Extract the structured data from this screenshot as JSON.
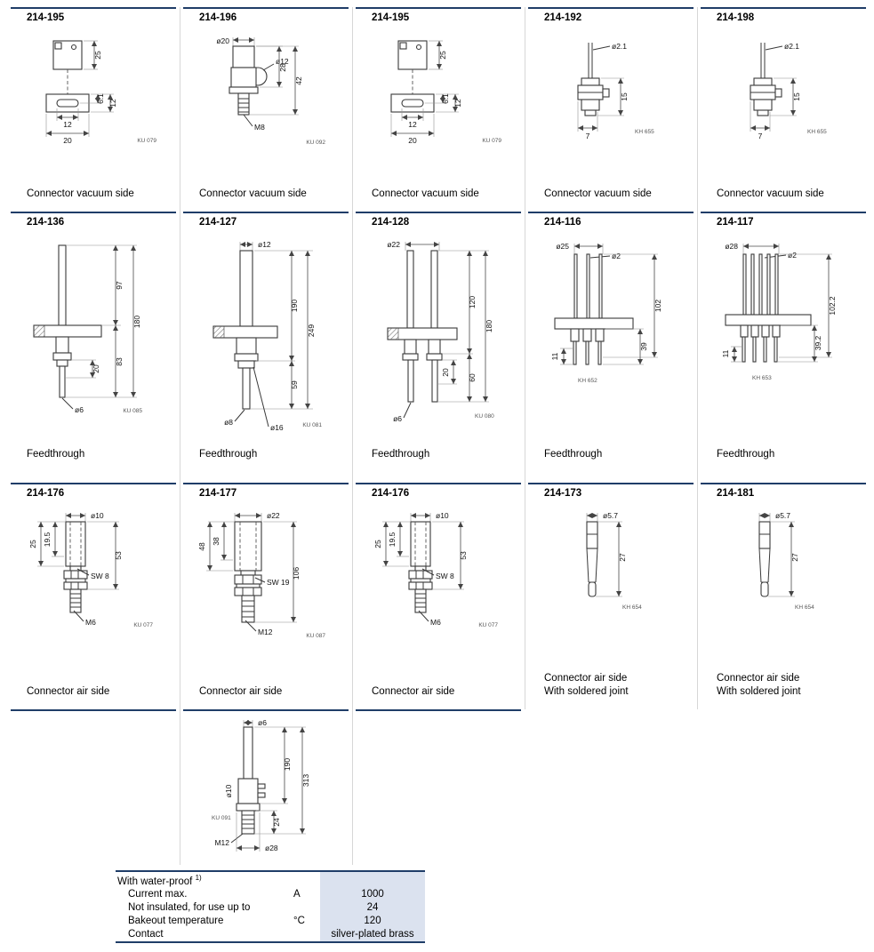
{
  "page": {
    "background": "#ffffff",
    "accent_line_color": "#1f3d68",
    "table_shade_color": "#dbe2ef"
  },
  "grid": {
    "rows": [
      {
        "cells": [
          {
            "part": "214-195",
            "type": "vacA",
            "dims": [
              "25",
              "12",
              "6.1",
              "12",
              "20"
            ],
            "code": "KU 079",
            "caption": [
              "Connector vacuum side"
            ]
          },
          {
            "part": "214-196",
            "type": "vacB",
            "dims": [
              "ø20",
              "ø12",
              "28",
              "42",
              "M8"
            ],
            "code": "KU 092",
            "caption": [
              "Connector vacuum side"
            ]
          },
          {
            "part": "214-195",
            "type": "vacA",
            "dims": [
              "25",
              "12",
              "6.1",
              "12",
              "20"
            ],
            "code": "KU 079",
            "caption": [
              "Connector vacuum side"
            ]
          },
          {
            "part": "214-192",
            "type": "vacC",
            "dims": [
              "ø2.1",
              "15",
              "7"
            ],
            "code": "KH 655",
            "caption": [
              "Connector vacuum side"
            ]
          },
          {
            "part": "214-198",
            "type": "vacC",
            "dims": [
              "ø2.1",
              "15",
              "7"
            ],
            "code": "KH 655",
            "caption": [
              "Connector vacuum side"
            ]
          }
        ]
      },
      {
        "cells": [
          {
            "part": "214-136",
            "type": "ftA",
            "dims": [
              "97",
              "180",
              "83",
              "20",
              "ø6"
            ],
            "code": "KU 085",
            "caption": [
              "Feedthrough"
            ]
          },
          {
            "part": "214-127",
            "type": "ftB",
            "dims": [
              "ø12",
              "190",
              "249",
              "59",
              "ø8",
              "ø16"
            ],
            "code": "KU 081",
            "caption": [
              "Feedthrough"
            ]
          },
          {
            "part": "214-128",
            "type": "ftC",
            "dims": [
              "ø22",
              "120",
              "180",
              "60",
              "20",
              "ø6"
            ],
            "code": "KU 080",
            "caption": [
              "Feedthrough"
            ]
          },
          {
            "part": "214-116",
            "type": "ftD",
            "dims": [
              "ø25",
              "ø2",
              "102",
              "39",
              "11"
            ],
            "code": "KH 652",
            "caption": [
              "Feedthrough"
            ]
          },
          {
            "part": "214-117",
            "type": "ftE",
            "dims": [
              "ø28",
              "ø2",
              "102.2",
              "39.2",
              "11"
            ],
            "code": "KH 653",
            "caption": [
              "Feedthrough"
            ]
          }
        ]
      },
      {
        "cells": [
          {
            "part": "214-176",
            "type": "airA",
            "dims": [
              "ø10",
              "19.5",
              "25",
              "53",
              "SW 8",
              "M6"
            ],
            "code": "KU 077",
            "caption": [
              "Connector air side"
            ]
          },
          {
            "part": "214-177",
            "type": "airB",
            "dims": [
              "ø22",
              "38",
              "48",
              "106",
              "SW 19",
              "M12"
            ],
            "code": "KU 087",
            "caption": [
              "Connector air side"
            ]
          },
          {
            "part": "214-176",
            "type": "airA",
            "dims": [
              "ø10",
              "19.5",
              "25",
              "53",
              "SW 8",
              "M6"
            ],
            "code": "KU 077",
            "caption": [
              "Connector air side"
            ]
          },
          {
            "part": "214-173",
            "type": "airC",
            "dims": [
              "ø5.7",
              "27"
            ],
            "code": "KH 654",
            "caption": [
              "Connector air side",
              "With soldered joint"
            ]
          },
          {
            "part": "214-181",
            "type": "airC",
            "dims": [
              "ø5.7",
              "27"
            ],
            "code": "KH 654",
            "caption": [
              "Connector air side",
              "With soldered joint"
            ]
          }
        ]
      },
      {
        "cells": [
          {
            "part": "",
            "type": "",
            "dims": [],
            "code": "",
            "caption": []
          },
          {
            "part": "",
            "type": "tall",
            "dims": [
              "ø6",
              "190",
              "313",
              "ø10",
              "M12",
              "24",
              "ø28"
            ],
            "code": "KU 091",
            "caption": []
          },
          {
            "part": "",
            "type": "",
            "dims": [],
            "code": "",
            "caption": []
          }
        ]
      }
    ]
  },
  "spec_table": {
    "title": "With water-proof",
    "footnote_marker": "1)",
    "rows": [
      {
        "label": "Current max.",
        "unit": "A",
        "value": "1000"
      },
      {
        "label": "Not insulated, for use up to",
        "unit": "",
        "value": "24"
      },
      {
        "label": "Bakeout temperature",
        "unit": "°C",
        "value": "120"
      },
      {
        "label": "Contact",
        "unit": "",
        "value": "silver-plated brass"
      }
    ]
  }
}
